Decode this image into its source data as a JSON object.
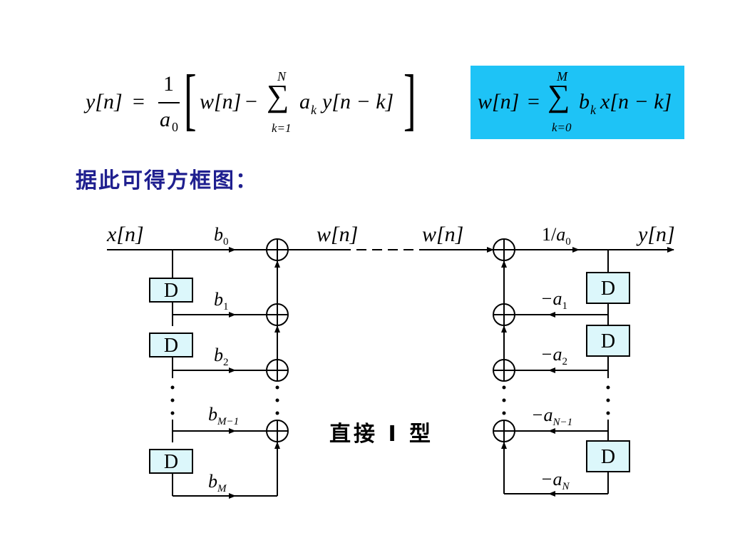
{
  "formula_left": {
    "lhs": "y[n]",
    "equals": "=",
    "frac_num": "1",
    "frac_den": "a",
    "frac_den_sub": "0",
    "bracket_open": "[",
    "w_term": "w[n]",
    "minus": "−",
    "sum_upper": "N",
    "sum_symbol": "∑",
    "sum_lower": "k=1",
    "coef": "a",
    "coef_sub": "k",
    "y_term": "y[n − k]",
    "bracket_close": "]"
  },
  "formula_right": {
    "lhs": "w[n]",
    "equals": "=",
    "sum_upper": "M",
    "sum_symbol": "∑",
    "sum_lower": "k=0",
    "coef": "b",
    "coef_sub": "k",
    "x_term": "x[n − k]",
    "highlight_color": "#1ec3f6"
  },
  "heading": "据此可得方框图：",
  "diagram": {
    "title": "直接 I 型",
    "delay_label": "D",
    "delay_fill": "#dcf7fb",
    "adder_symbol": "⊕",
    "left": {
      "input": "x[n]",
      "output": "w[n]",
      "gains": [
        {
          "base": "b",
          "sub": "0"
        },
        {
          "base": "b",
          "sub": "1"
        },
        {
          "base": "b",
          "sub": "2"
        },
        {
          "base": "b",
          "sub": "M−1"
        },
        {
          "base": "b",
          "sub": "M"
        }
      ]
    },
    "right": {
      "input": "w[n]",
      "output": "y[n]",
      "gain_top": {
        "pre": "1/",
        "base": "a",
        "sub": "0"
      },
      "gains": [
        {
          "base": "−a",
          "sub": "1"
        },
        {
          "base": "−a",
          "sub": "2"
        },
        {
          "base": "−a",
          "sub": "N−1"
        },
        {
          "base": "−a",
          "sub": "N"
        }
      ]
    }
  }
}
